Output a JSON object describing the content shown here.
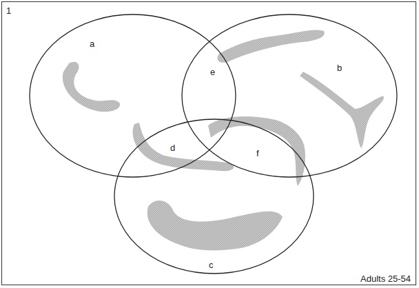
{
  "diagram": {
    "nodes": [
      {
        "text": [
          "a"
        ]
      },
      {
        "text": [
          "b"
        ]
      },
      {
        "text": [
          "c"
        ]
      }
    ],
    "labels": [
      "1",
      "d",
      "e",
      "f",
      "Adults 25-54"
    ]
  }
}
